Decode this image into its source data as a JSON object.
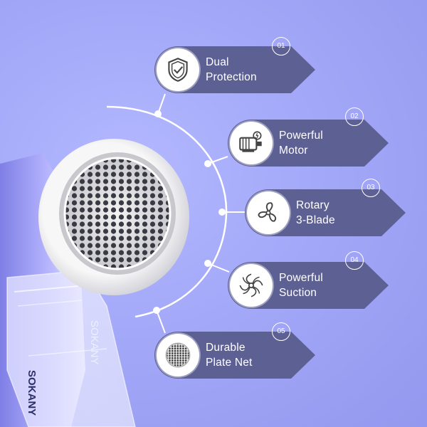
{
  "product": {
    "brand": "SOKANY"
  },
  "features": [
    {
      "number": "01",
      "line1": "Dual",
      "line2": "Protection",
      "icon": "shield-check-icon"
    },
    {
      "number": "02",
      "line1": "Powerful",
      "line2": "Motor",
      "icon": "motor-icon"
    },
    {
      "number": "03",
      "line1": "Rotary",
      "line2": "3-Blade",
      "icon": "three-blade-fan-icon"
    },
    {
      "number": "04",
      "line1": "Powerful",
      "line2": "Suction",
      "icon": "suction-swirl-icon"
    },
    {
      "number": "05",
      "line1": "Durable",
      "line2": "Plate Net",
      "icon": "mesh-plate-icon"
    }
  ],
  "colors": {
    "background": "#a3a8f8",
    "badge": "#5d6093",
    "text": "#ffffff"
  }
}
